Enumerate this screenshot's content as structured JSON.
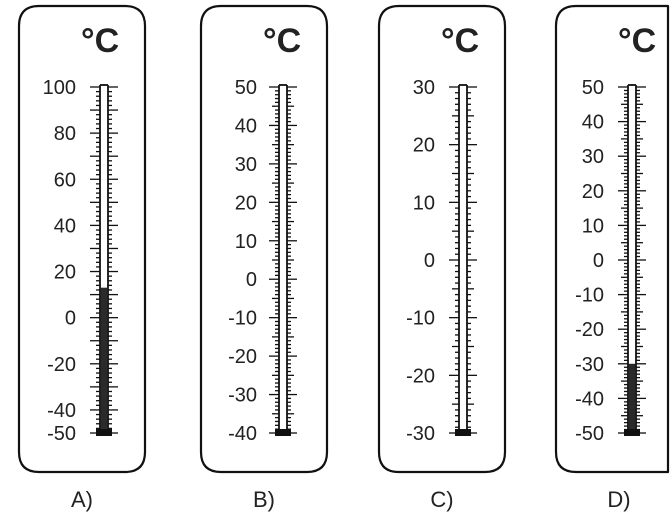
{
  "thermometers": [
    {
      "caption": "A)",
      "unit": "°C",
      "scale_min": -50,
      "scale_max": 100,
      "labels": [
        "100",
        "80",
        "60",
        "40",
        "20",
        "0",
        "-20",
        "-40",
        "-50"
      ],
      "liquid_level_celsius": 13
    },
    {
      "caption": "B)",
      "unit": "°C",
      "scale_min": -40,
      "scale_max": 50,
      "labels": [
        "50",
        "40",
        "30",
        "20",
        "10",
        "0",
        "-10",
        "-20",
        "-30",
        "-40"
      ],
      "liquid_level_celsius": null
    },
    {
      "caption": "C)",
      "unit": "°C",
      "scale_min": -30,
      "scale_max": 30,
      "labels": [
        "30",
        "20",
        "10",
        "0",
        "-10",
        "-20",
        "-30"
      ],
      "liquid_level_celsius": null
    },
    {
      "caption": "D)",
      "unit": "°C",
      "scale_min": -50,
      "scale_max": 50,
      "labels": [
        "50",
        "40",
        "30",
        "20",
        "10",
        "0",
        "-10",
        "-20",
        "-30",
        "-40",
        "-50"
      ],
      "liquid_level_celsius": -30
    }
  ]
}
